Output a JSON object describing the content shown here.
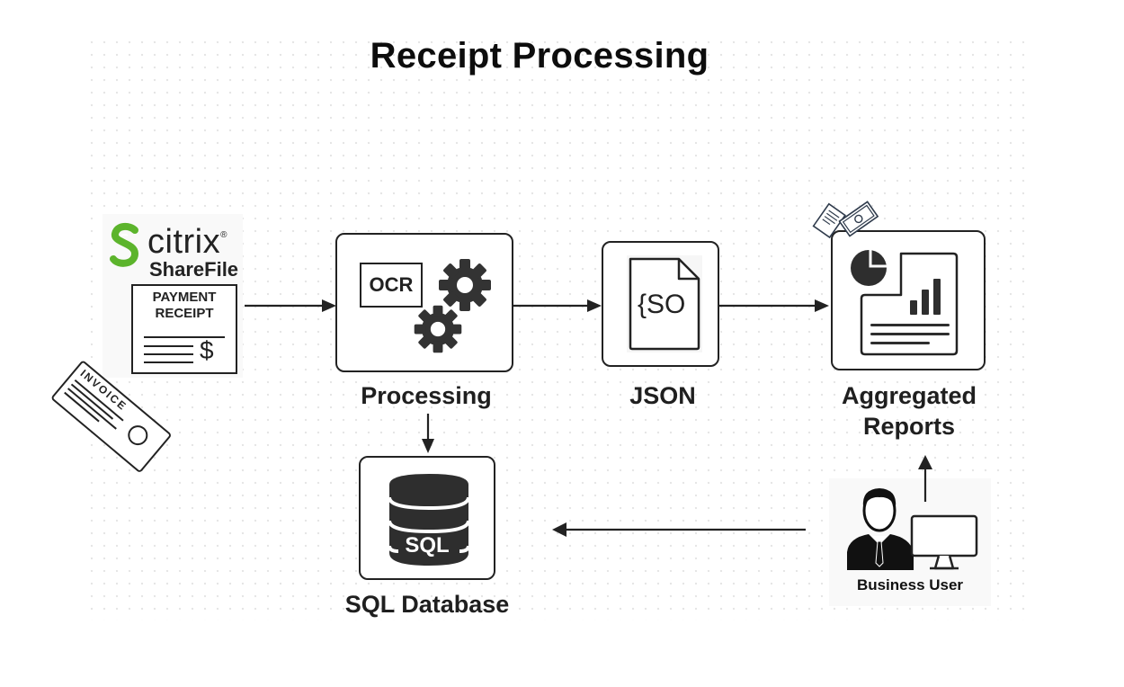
{
  "title": "Receipt Processing",
  "source": {
    "brand_name": "citrix",
    "brand_mark": "®",
    "product_name": "ShareFile",
    "brand_color": "#5cb42c",
    "receipt_title_line1": "PAYMENT",
    "receipt_title_line2": "RECEIPT",
    "receipt_currency": "$",
    "invoice_label": "INVOICE",
    "icons": [
      "citrix-logo-icon",
      "payment-receipt-icon",
      "invoice-icon"
    ]
  },
  "nodes": {
    "processing": {
      "label": "Processing",
      "badge": "OCR",
      "icons": [
        "ocr-icon",
        "gear-icon"
      ]
    },
    "json": {
      "label": "JSON",
      "icon_text": "{SO",
      "icons": [
        "json-file-icon"
      ]
    },
    "reports": {
      "label_line1": "Aggregated",
      "label_line2": "Reports",
      "icons": [
        "report-chart-icon",
        "money-receipt-icon"
      ]
    },
    "database": {
      "label": "SQL Database",
      "icon_text": "SQL",
      "icons": [
        "database-icon"
      ]
    },
    "user": {
      "label": "Business User",
      "icons": [
        "business-person-icon",
        "monitor-icon"
      ]
    }
  },
  "edges": [
    {
      "from": "source",
      "to": "processing"
    },
    {
      "from": "processing",
      "to": "json"
    },
    {
      "from": "json",
      "to": "reports"
    },
    {
      "from": "processing",
      "to": "database"
    },
    {
      "from": "user",
      "to": "reports"
    },
    {
      "from": "user",
      "to": "database"
    }
  ]
}
